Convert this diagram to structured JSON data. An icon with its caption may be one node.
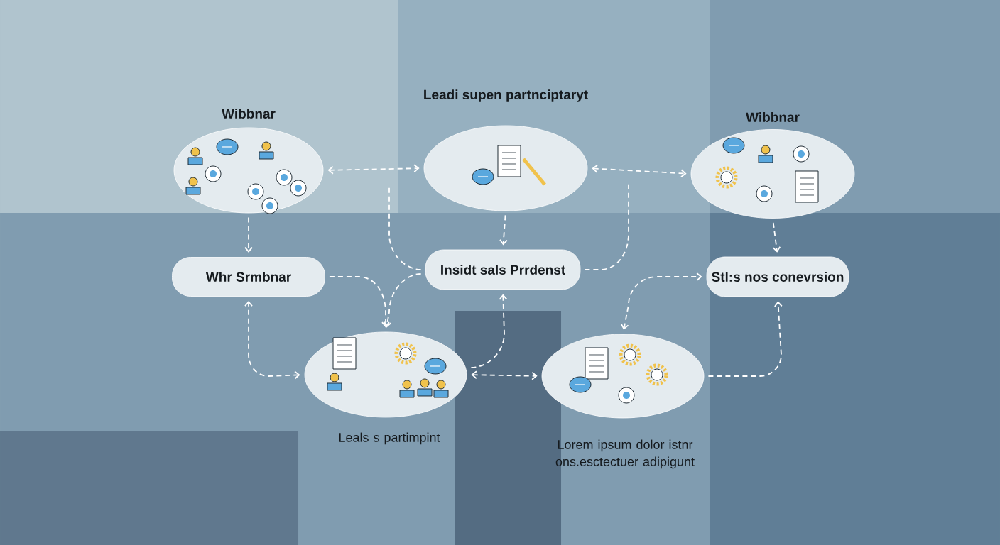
{
  "diagram": {
    "nodes": [
      {
        "text": [
          "Wibbnar"
        ]
      },
      {
        "text": [
          "Leadi supen partnciptaryt"
        ]
      },
      {
        "text": [
          "Wibbnar"
        ]
      },
      {
        "text": [
          "Whr Srmbnar"
        ]
      },
      {
        "text": [
          "Insidt sals Prrdenst"
        ]
      },
      {
        "text": [
          "Stl:s nos conevrsion"
        ]
      },
      {
        "text": [],
        "shape": "cloud",
        "beside": [
          "Leals s partimpint"
        ]
      },
      {
        "text": [],
        "shape": "cloud",
        "beside": [
          "Lorem ipsum dolor istnr ons.esctectuer adipigunt"
        ]
      }
    ],
    "edges": [
      {
        "from": 0,
        "to": 1,
        "arrow": "both"
      },
      {
        "from": 1,
        "to": 2,
        "arrow": "both"
      },
      {
        "from": 0,
        "to": 3,
        "arrow": "to"
      },
      {
        "from": 1,
        "to": 4,
        "arrow": "to"
      },
      {
        "from": 2,
        "to": 5,
        "arrow": "to"
      },
      {
        "from": 4,
        "to": null,
        "arrow": "none"
      },
      {
        "from": 3,
        "to": 6,
        "arrow": "to"
      },
      {
        "from": 4,
        "to": 6,
        "arrow": "to"
      },
      {
        "from": 6,
        "to": 3,
        "arrow": "both"
      },
      {
        "from": 6,
        "to": 7,
        "arrow": "both"
      },
      {
        "from": 6,
        "to": 4,
        "arrow": "to"
      },
      {
        "from": 4,
        "to": null,
        "arrow": "none"
      },
      {
        "from": 7,
        "to": 5,
        "arrow": "both"
      },
      {
        "from": 7,
        "to": 5,
        "arrow": "to"
      }
    ]
  }
}
